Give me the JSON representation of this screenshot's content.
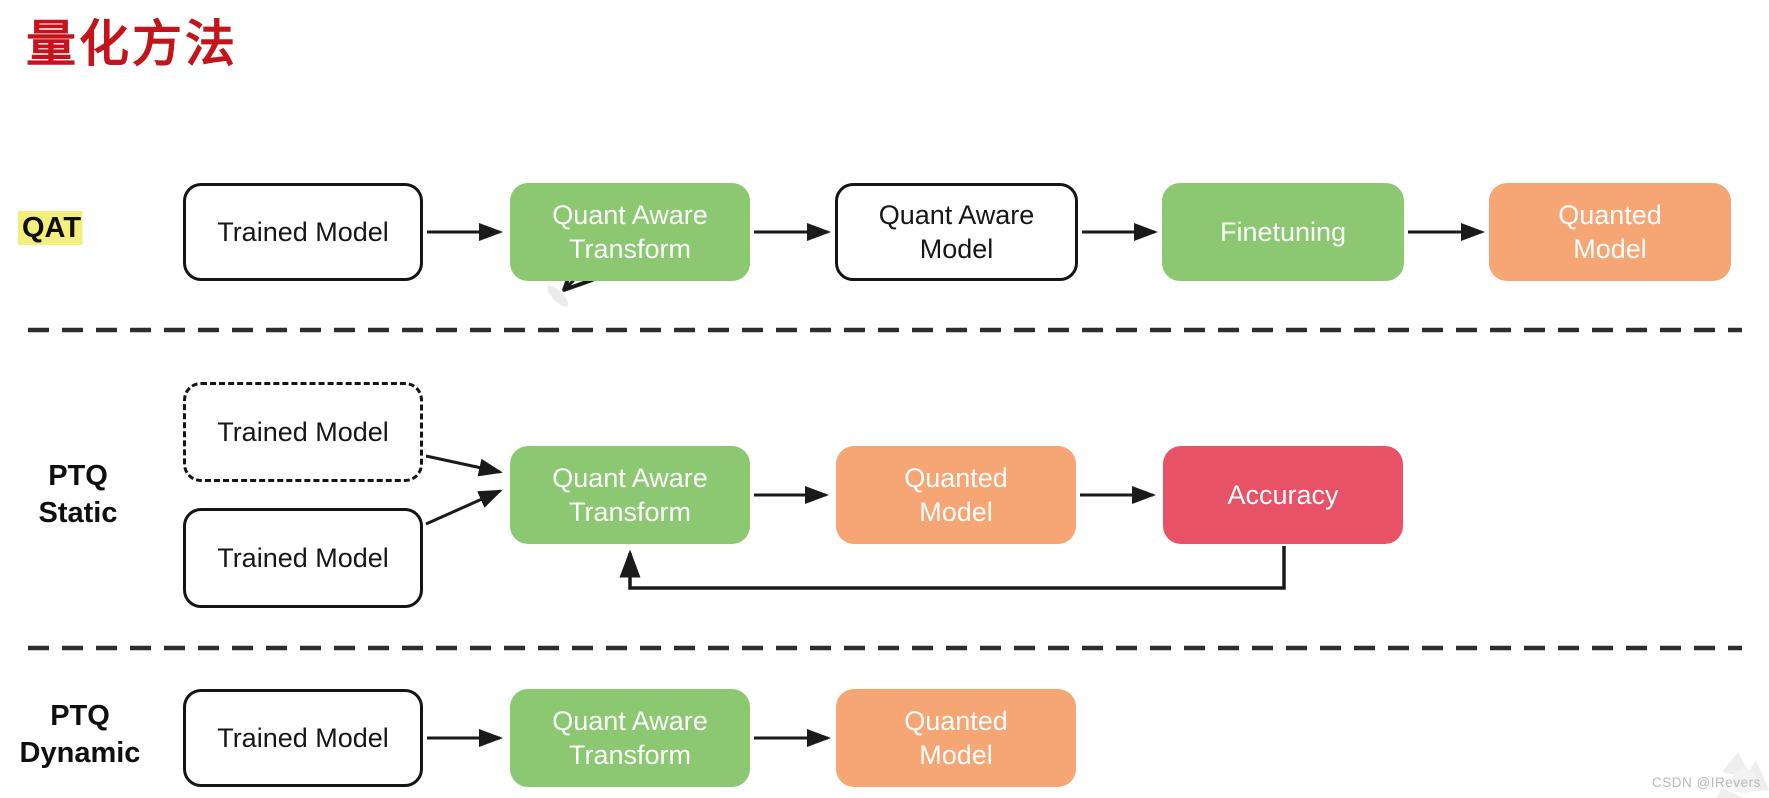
{
  "title": "量化方法",
  "watermark": "CSDN @IRevers",
  "colors": {
    "title_red": "#C2151B",
    "green": "#8BC871",
    "orange": "#F6A674",
    "red": "#E85266",
    "highlight_yellow": "#F3EF7E",
    "line_black": "#1a1a1a"
  },
  "diagram": {
    "qat": {
      "label": "QAT",
      "trained_model": [
        "Trained Model"
      ],
      "quant_aware_transform": [
        "Quant Aware",
        "Transform"
      ],
      "quant_aware_model": [
        "Quant Aware",
        "Model"
      ],
      "finetuning": [
        "Finetuning"
      ],
      "quanted_model": [
        "Quanted",
        "Model"
      ]
    },
    "ptq_static": {
      "label_line1": "PTQ",
      "label_line2": "Static",
      "trained_model_dashed": [
        "Trained Model"
      ],
      "trained_model": [
        "Trained Model"
      ],
      "quant_aware_transform": [
        "Quant Aware",
        "Transform"
      ],
      "quanted_model": [
        "Quanted",
        "Model"
      ],
      "accuracy": [
        "Accuracy"
      ]
    },
    "ptq_dynamic": {
      "label_line1": "PTQ",
      "label_line2": "Dynamic",
      "trained_model": [
        "Trained Model"
      ],
      "quant_aware_transform": [
        "Quant Aware",
        "Transform"
      ],
      "quanted_model": [
        "Quanted",
        "Model"
      ]
    }
  }
}
